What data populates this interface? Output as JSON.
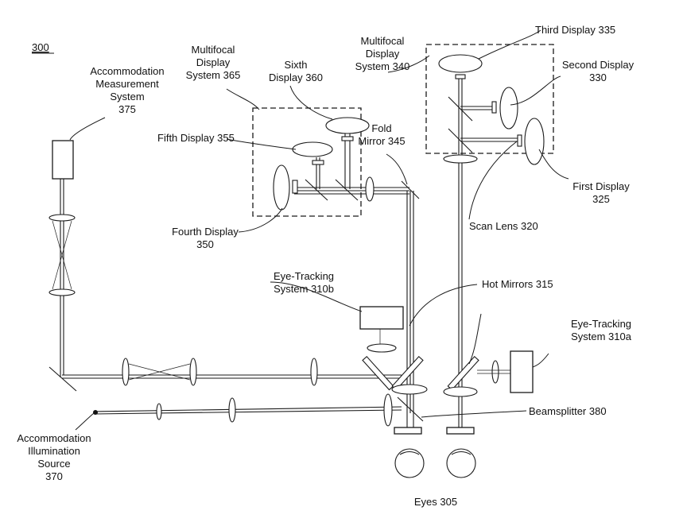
{
  "figure": {
    "number": "300",
    "labels": {
      "accommodation_measurement": [
        "Accommodation",
        "Measurement",
        "System",
        "375"
      ],
      "multifocal_365": [
        "Multifocal",
        "Display",
        "System 365"
      ],
      "sixth_display": [
        "Sixth",
        "Display 360"
      ],
      "fifth_display": "Fifth Display 355",
      "fold_mirror": [
        "Fold",
        "Mirror 345"
      ],
      "multifocal_340": [
        "Multifocal",
        "Display",
        "System 340"
      ],
      "third_display": "Third Display 335",
      "second_display": [
        "Second Display",
        "330"
      ],
      "first_display": [
        "First Display",
        "325"
      ],
      "fourth_display": [
        "Fourth Display",
        "350"
      ],
      "scan_lens": "Scan Lens 320",
      "eye_tracking_b": [
        "Eye-Tracking",
        "System 310b"
      ],
      "hot_mirrors": "Hot Mirrors 315",
      "eye_tracking_a": [
        "Eye-Tracking",
        "System 310a"
      ],
      "beamsplitter": "Beamsplitter 380",
      "illumination": [
        "Accommodation",
        "Illumination",
        "Source",
        "370"
      ],
      "eyes": "Eyes 305"
    }
  }
}
